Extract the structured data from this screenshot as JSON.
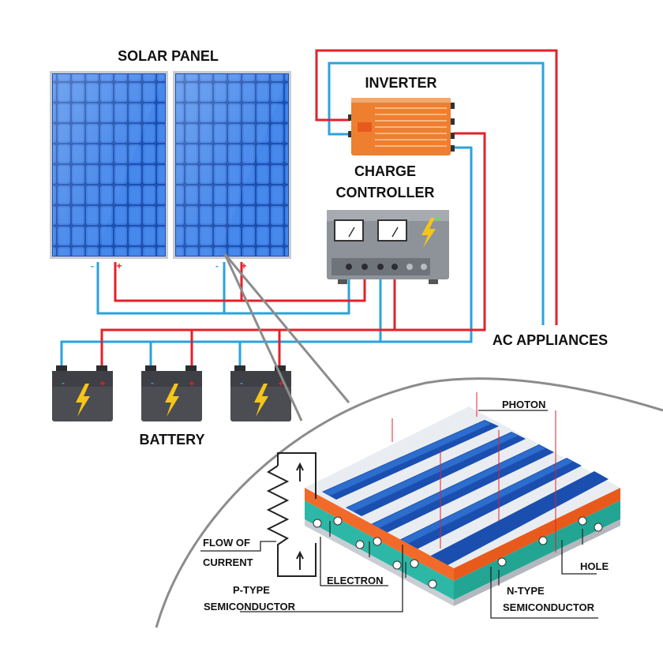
{
  "labels": {
    "solar_panel": "SOLAR PANEL",
    "inverter": "INVERTER",
    "charge_controller_line1": "CHARGE",
    "charge_controller_line2": "CONTROLLER",
    "ac_appliances": "AC APPLIANCES",
    "battery": "BATTERY",
    "photon": "PHOTON",
    "flow_of_current_line1": "FLOW OF",
    "flow_of_current_line2": "CURRENT",
    "electron": "ELECTRON",
    "hole": "HOLE",
    "p_type_line1": "P-TYPE",
    "p_type_line2": "SEMICONDUCTOR",
    "n_type_line1": "N-TYPE",
    "n_type_line2": "SEMICONDUCTOR"
  },
  "polarity": {
    "negative": "-",
    "positive": "+"
  },
  "colors": {
    "positive_wire": "#e3202b",
    "negative_wire": "#2aa3dc",
    "panel_blue": "#1f5bbf",
    "panel_cell": "#3a7be0",
    "inverter_orange": "#f08a3c",
    "controller_gray": "#8e9299",
    "battery_dark": "#4b4d52",
    "bolt_yellow": "#f5c518",
    "p_layer": "#f26a2a",
    "n_layer": "#2db7a6",
    "finger_blue": "#1a4fb0"
  },
  "icons": [
    "solar-panel-icon",
    "inverter-icon",
    "charge-controller-icon",
    "battery-icon",
    "lightning-bolt-icon",
    "gauge-icon",
    "resistor-icon"
  ]
}
